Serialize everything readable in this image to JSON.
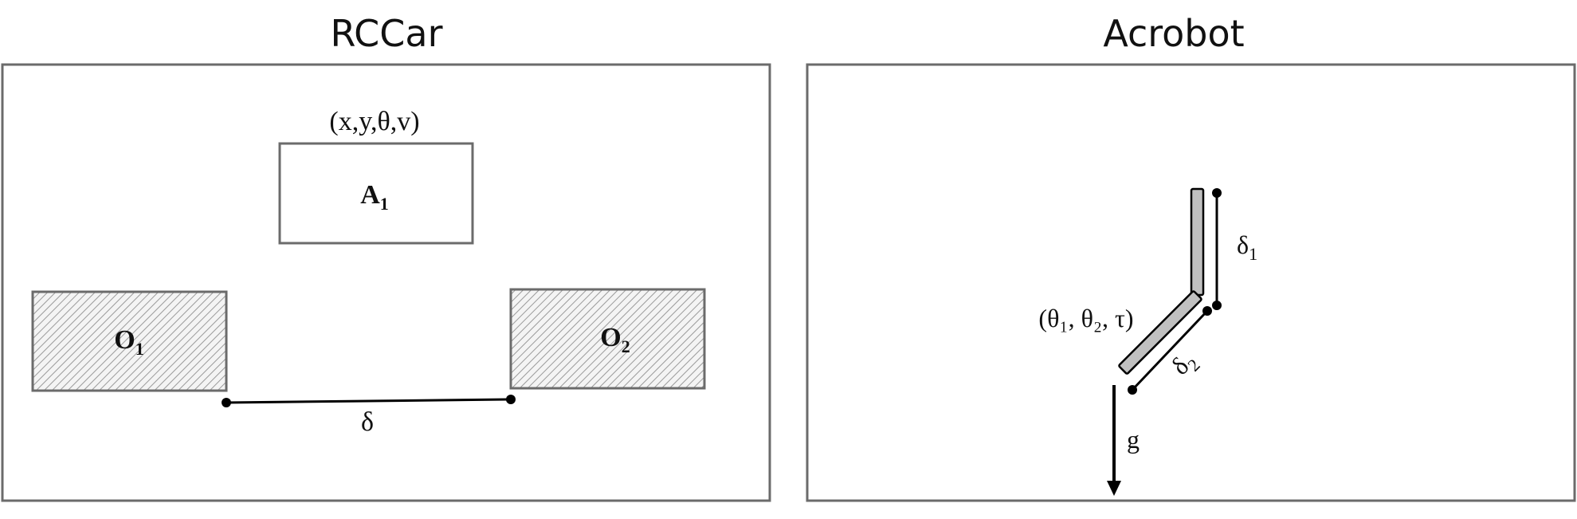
{
  "rccar": {
    "title": "RCCar",
    "agent_state": "(x,y,θ,v)",
    "agent_label": "A",
    "agent_sub": "1",
    "obstacle1_label": "O",
    "obstacle1_sub": "1",
    "obstacle2_label": "O",
    "obstacle2_sub": "2",
    "gap_label": "δ"
  },
  "acrobot": {
    "title": "Acrobot",
    "state": "(θ₁, θ₂, τ)",
    "delta1": "δ",
    "delta1_sub": "1",
    "delta2": "δ",
    "delta2_sub": "2",
    "gravity": "g"
  },
  "colors": {
    "border": "#6b6b6b",
    "link_fill": "#c0c0c0",
    "hatch": "#9a9a9a"
  }
}
